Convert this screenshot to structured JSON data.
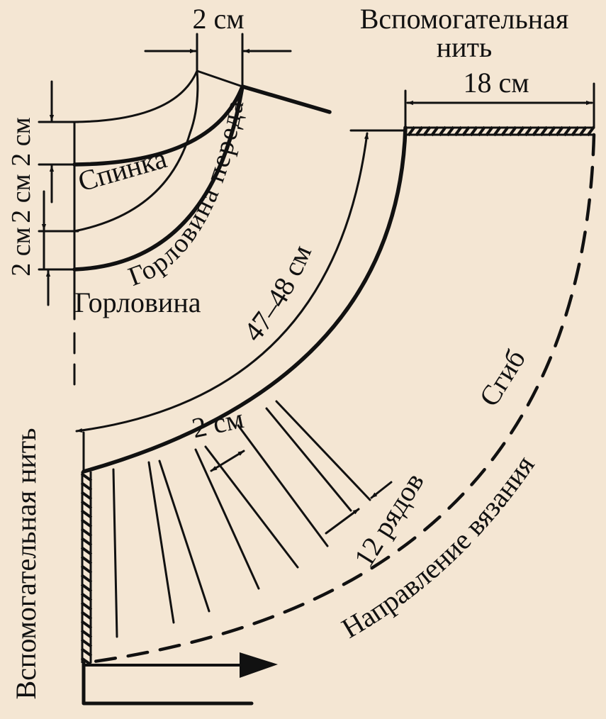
{
  "diagram": {
    "top_dim": "2 см",
    "aux_thread_top": [
      "Вспомогательная",
      "нить"
    ],
    "dim_18": "18 см",
    "left_dim_1": "2 см",
    "left_dim_2": "2 см",
    "left_dim_3": "2 см",
    "spinka": "Спинка",
    "gorlovina_pereda": "Горловина переда",
    "gorlovina": "Горловина",
    "dim_47_48": "47–48 см",
    "sgib": "Сгиб",
    "dim_2cm_bottom": "2 см",
    "rows_12": "12 рядов",
    "aux_thread_left": "Вспомогательная нить",
    "direction": "Направление вязания"
  }
}
